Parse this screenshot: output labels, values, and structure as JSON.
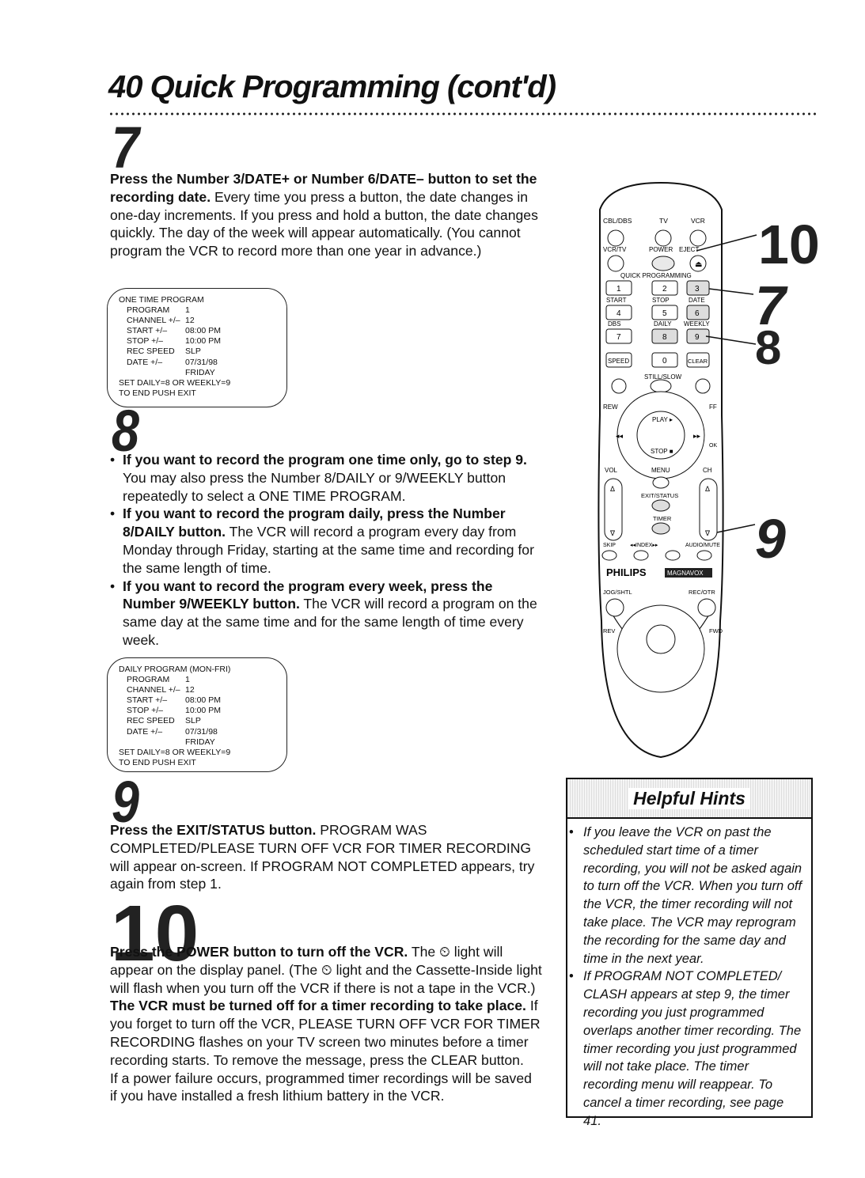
{
  "page": {
    "title": "40 Quick Programming (cont'd)"
  },
  "step7": {
    "number": "7",
    "bold": "Press the Number 3/DATE+ or Number 6/DATE– button to set the recording date.",
    "text": " Every time you press a button, the date changes in one-day increments. If you press and hold a button, the date changes quickly. The day of the week will appear automatically. (You cannot program the VCR to record more than one year in advance.)"
  },
  "screen1": {
    "header": "ONE TIME PROGRAM",
    "rows": [
      {
        "k": "PROGRAM",
        "v": "1"
      },
      {
        "k": "CHANNEL +/–",
        "v": "12"
      },
      {
        "k": "START +/–",
        "v": "08:00  PM"
      },
      {
        "k": "STOP +/–",
        "v": "10:00  PM"
      },
      {
        "k": "REC SPEED",
        "v": "SLP"
      },
      {
        "k": "DATE +/–",
        "v": "07/31/98"
      },
      {
        "k": "",
        "v": "FRIDAY"
      }
    ],
    "footer1": "SET DAILY=8 OR WEEKLY=9",
    "footer2": "TO END PUSH EXIT"
  },
  "step8": {
    "number": "8",
    "b1_bold": "If you want to record the program one time only, go to step 9.",
    "b1_text": " You may also press the Number 8/DAILY or 9/WEEKLY button repeatedly to select a ONE TIME PROGRAM.",
    "b2_bold": "If you want to record the program daily, press the Number 8/DAILY button.",
    "b2_text": " The VCR will record a program every day from Monday through Friday, starting at the same time and recording for the same length of time.",
    "b3_bold": "If you want to record the program every week, press the Number 9/WEEKLY button.",
    "b3_text": " The VCR will record a program on the same day at the same time and for the same length of time every week."
  },
  "screen2": {
    "header": "DAILY PROGRAM (MON-FRI)",
    "rows": [
      {
        "k": "PROGRAM",
        "v": "1"
      },
      {
        "k": "CHANNEL +/–",
        "v": "12"
      },
      {
        "k": "START +/–",
        "v": "08:00  PM"
      },
      {
        "k": "STOP +/–",
        "v": "10:00  PM"
      },
      {
        "k": "REC SPEED",
        "v": "SLP"
      },
      {
        "k": "DATE +/–",
        "v": "07/31/98"
      },
      {
        "k": "",
        "v": "FRIDAY"
      }
    ],
    "footer1": "SET DAILY=8 OR WEEKLY=9",
    "footer2": "TO END PUSH EXIT"
  },
  "step9": {
    "number": "9",
    "bold": "Press the EXIT/STATUS button.",
    "text": " PROGRAM WAS COMPLETED/PLEASE TURN OFF VCR FOR TIMER RECORDING will appear on-screen. If PROGRAM NOT COMPLETED appears, try again from step 1."
  },
  "step10": {
    "number": "10",
    "bold1": "Press the POWER button to turn off the VCR.",
    "text1": " The ⏲ light will appear on the display panel. (The ⏲ light and the Cassette-Inside light will flash when you turn off the VCR if there is not a tape in the VCR.) ",
    "bold2": "The VCR must be turned off for a timer recording to take place.",
    "text2": " If you forget to turn off the VCR, PLEASE TURN OFF VCR FOR TIMER RECORDING flashes on your TV screen two minutes before a timer recording starts. To remove the message, press the CLEAR button.",
    "text3": "If a power failure occurs, programmed timer recordings will be saved if you have installed a fresh lithium battery in the VCR."
  },
  "hints": {
    "title": "Helpful Hints",
    "items": [
      "If you leave the VCR on past the scheduled start time of a timer recording, you will not be asked again to turn off the VCR. When you turn off the VCR, the timer recording will not take place. The VCR may reprogram the recording for the same day and time in the next year.",
      "If PROGRAM NOT COMPLETED/ CLASH appears at step 9, the timer recording you just programmed overlaps another timer recording. The timer recording you just programmed will not take place. The timer recording menu will reappear. To cancel a timer recording, see page 41."
    ]
  },
  "remote": {
    "labels": {
      "cbl": "CBL/DBS",
      "tv": "TV",
      "vcr": "VCR",
      "vcrtv": "VCR/TV",
      "power": "POWER",
      "eject": "EJECT",
      "quick": "QUICK PROGRAMMING",
      "start": "START",
      "stop": "STOP",
      "date": "DATE",
      "dbs": "DBS",
      "daily": "DAILY",
      "weekly": "WEEKLY",
      "k1": "1",
      "k2": "2",
      "k3": "3",
      "k4": "4",
      "k5": "5",
      "k6": "6",
      "k7": "7",
      "k8": "8",
      "k9": "9",
      "k0": "0",
      "speed": "SPEED",
      "clear": "CLEAR",
      "still": "STILL/SLOW",
      "rew": "REW",
      "ff": "FF",
      "play": "PLAY ▸",
      "stopbtn": "STOP ■",
      "ok": "OK",
      "vol": "VOL",
      "menu": "MENU",
      "ch": "CH",
      "exit": "EXIT/STATUS",
      "timer": "TIMER",
      "skip": "SKIP",
      "index": "◂◂INDEX▸▸",
      "audio": "AUDIO/MUTE",
      "brand": "PHILIPS",
      "brand2": "MAGNAVOX",
      "jog": "JOG/SHTL",
      "otr": "REC/OTR",
      "rev": "REV",
      "fwd": "FWD"
    },
    "callouts": {
      "c10": "10",
      "c7": "7",
      "c8": "8",
      "c9": "9"
    }
  }
}
